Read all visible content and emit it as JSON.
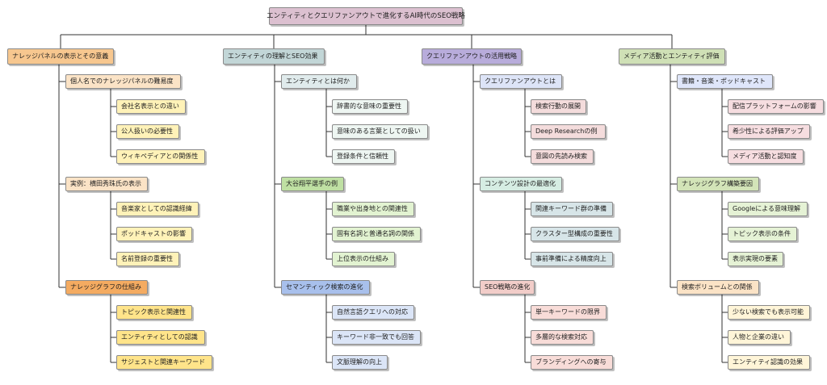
{
  "root": {
    "text": "エンティティとクエリファンアウトで進化するAI時代のSEO戦略",
    "color": "#dcc0d0"
  },
  "branches": [
    {
      "text": "ナレッジパネルの表示とその意義",
      "color": "#f7c78f",
      "children": [
        {
          "text": "個人名でのナレッジパネルの難易度",
          "color": "#fbe3c6",
          "children": [
            "会社名表示との違い",
            "公人扱いの必要性",
            "ウィキペディアとの関係性"
          ],
          "leafColor": "#fff2b8"
        },
        {
          "text": "実例：横田秀珠氏の表示",
          "color": "#fbe3c6",
          "children": [
            "音楽家としての認識経緯",
            "ポッドキャストの影響",
            "名前登録の重要性"
          ],
          "leafColor": "#fff2b8"
        },
        {
          "text": "ナレッジグラフの仕組み",
          "color": "#f4ab61",
          "children": [
            "トピック表示と関連性",
            "エンティティとしての認識",
            "サジェストと関連キーワード"
          ],
          "leafColor": "#ffe48a"
        }
      ]
    },
    {
      "text": "エンティティの理解とSEO効果",
      "color": "#c2d6d7",
      "children": [
        {
          "text": "エンティティとは何か",
          "color": "#e0ebec",
          "children": [
            "辞書的な意味の重要性",
            "意味のある言葉としての扱い",
            "登録条件と信頼性"
          ],
          "leafColor": "#eef6f2"
        },
        {
          "text": "大谷翔平選手の例",
          "color": "#bfe0a3",
          "children": [
            "職業や出身地との関連性",
            "固有名詞と普通名詞の関係",
            "上位表示の仕組み"
          ],
          "leafColor": "#e2f3d1"
        },
        {
          "text": "セマンティック検索の進化",
          "color": "#a8c0ec",
          "children": [
            "自然言語クエリへの対応",
            "キーワード非一致でも回答",
            "文脈理解の向上"
          ],
          "leafColor": "#dbe5f7"
        }
      ]
    },
    {
      "text": "クエリファンアウトの活用戦略",
      "color": "#b8acdb",
      "children": [
        {
          "text": "クエリファンアウトとは",
          "color": "#dde4f7",
          "children": [
            "検索行動の展開",
            "Deep Researchの例",
            "意図の先読み検索"
          ],
          "leafColor": "#f4dcdc"
        },
        {
          "text": "コンテンツ設計の最適化",
          "color": "#d6ede3",
          "children": [
            "関連キーワード群の準備",
            "クラスター型構成の重要性",
            "事前準備による精度向上"
          ],
          "leafColor": "#d7e5e8"
        },
        {
          "text": "SEO戦略の進化",
          "color": "#f2cdc9",
          "children": [
            "単一キーワードの限界",
            "多層的な検索対応",
            "ブランディングへの寄与"
          ],
          "leafColor": "#f8dcd8"
        }
      ]
    },
    {
      "text": "メディア活動とエンティティ評価",
      "color": "#cfe0b6",
      "children": [
        {
          "text": "書籍・音楽・ポッドキャスト",
          "color": "#dfe6fa",
          "children": [
            "配信プラットフォームの影響",
            "希少性による評価アップ",
            "メディア活動と認知度"
          ],
          "leafColor": "#f6dde0"
        },
        {
          "text": "ナレッジグラフ構築要因",
          "color": "#d3e4b8",
          "children": [
            "Googleによる意味理解",
            "トピック表示の条件",
            "表示実現の要素"
          ],
          "leafColor": "#e5f2d5"
        },
        {
          "text": "検索ボリュームとの関係",
          "color": "#fbe3c6",
          "children": [
            "少ない検索でも表示可能",
            "人物と企業の違い",
            "エンティティ認識の効果"
          ],
          "leafColor": "#fff5d8"
        }
      ]
    }
  ]
}
